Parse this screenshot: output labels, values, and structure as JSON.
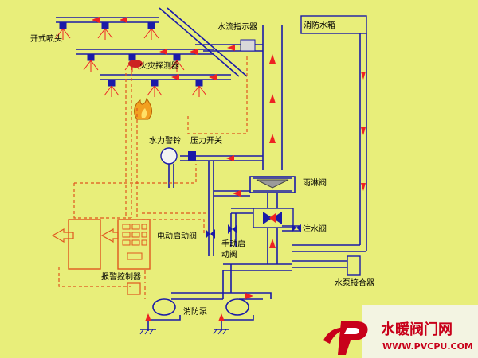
{
  "labels": {
    "open_sprinkler": "开式喷头",
    "fire_detector": "火灾探测器",
    "flow_indicator": "水流指示器",
    "fire_tank": "消防水箱",
    "water_gong": "水力警铃",
    "pressure_switch": "压力开关",
    "deluge_valve": "雨淋阀",
    "water_fill_valve": "注水阀",
    "electric_valve": "电动启动阀",
    "manual_valve_line1": "手动启",
    "manual_valve_line2": "动阀",
    "alarm_controller": "报警控制器",
    "pump_adapter": "水泵接合器",
    "fire_pump": "消防泵"
  },
  "watermark": {
    "brand": "水暖阀门网",
    "url": "WWW.PVCPU.COM"
  },
  "colors": {
    "background": "#e8ee7a",
    "pipe": "#1a1aa8",
    "flow_arrow": "#e22222",
    "signal_line": "#e0561e",
    "watermark": "#c8001a"
  }
}
